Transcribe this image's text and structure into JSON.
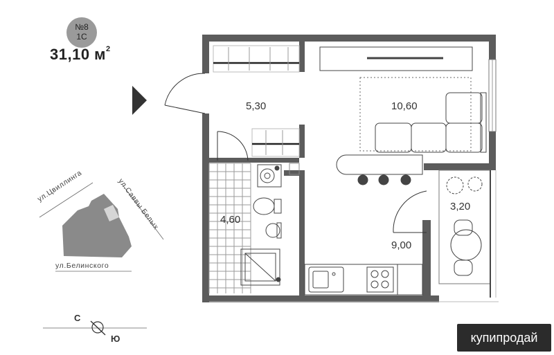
{
  "apartment": {
    "number": "№8",
    "type": "1С",
    "total_area": "31,10 м",
    "area_unit_power": "2"
  },
  "rooms": [
    {
      "id": "hall",
      "area": "5,30"
    },
    {
      "id": "living",
      "area": "10,60"
    },
    {
      "id": "bathroom",
      "area": "4,60"
    },
    {
      "id": "kitchen",
      "area": "9,00"
    },
    {
      "id": "balcony",
      "area": "3,20"
    }
  ],
  "streets": {
    "north": "ул.Цвиллинга",
    "east": "ул.Саввы Белых",
    "south": "ул.Белинского"
  },
  "compass": {
    "north": "С",
    "south": "Ю"
  },
  "watermark": {
    "text": "купипродай"
  },
  "colors": {
    "wall": "#5c5c5c",
    "building": "#8a8a8a",
    "tile": "#9a9a9a",
    "marker": "#333333"
  }
}
